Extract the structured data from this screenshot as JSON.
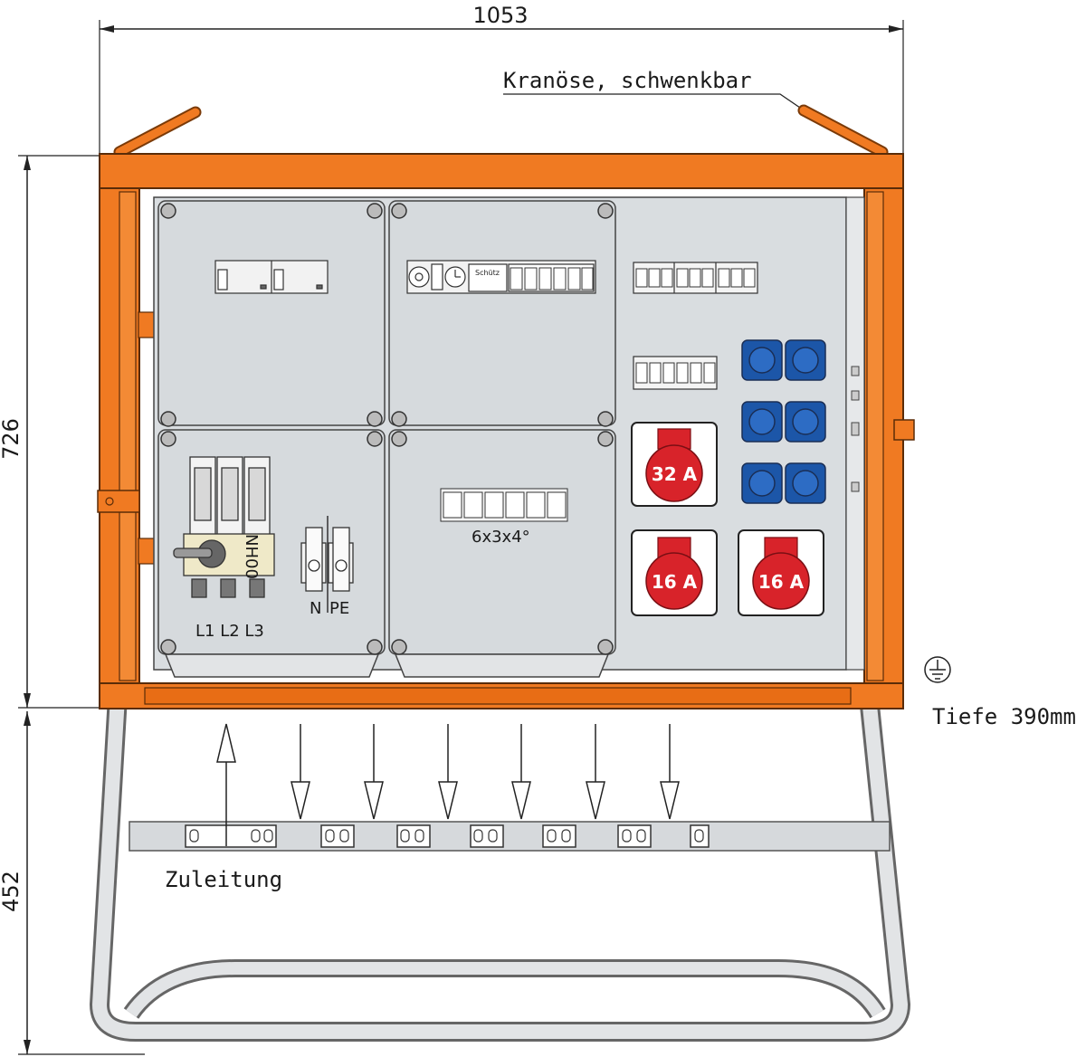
{
  "dimensions": {
    "width": "1053",
    "height_box": "726",
    "height_stand": "452"
  },
  "labels": {
    "crane_eye": "Kranöse, schwenkbar",
    "depth": "Tiefe 390mm",
    "feed": "Zuleitung",
    "terminals": "6x3x4°",
    "phases": "L1 L2 L3",
    "neutral": "N",
    "protective_earth": "PE",
    "fuse_switch": "NH00",
    "contactor": "Schütz"
  },
  "sockets": {
    "cee_32": "32 A",
    "cee_16_left": "16 A",
    "cee_16_right": "16 A"
  },
  "colors": {
    "frame": "#f07a22",
    "frame_dark": "#c75a10",
    "panel": "#d9dde0",
    "cee_red": "#d8232a",
    "schuko_blue": "#1c56a8"
  }
}
